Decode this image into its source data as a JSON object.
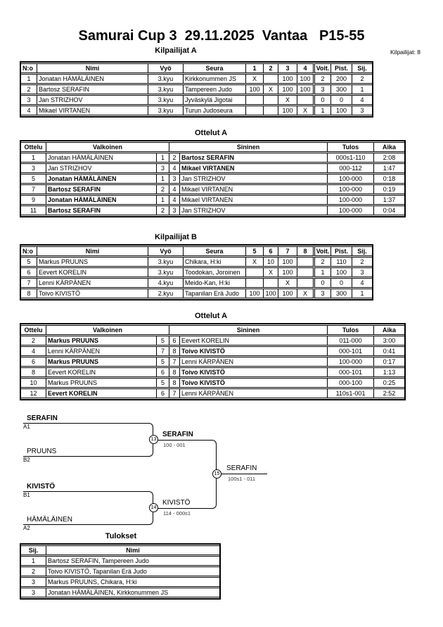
{
  "page": {
    "title": "Samurai Cup 3  29.11.2025  Vantaa   P15-55",
    "competitors_label": "Kilpailijat: 8"
  },
  "sections": {
    "pool_a": {
      "heading": "Kilpailijat A",
      "table": {
        "headers": [
          "N:o",
          "Nimi",
          "Vyö",
          "Seura",
          "1",
          "2",
          "3",
          "4",
          "Voit.",
          "Pist.",
          "Sij."
        ],
        "rows": [
          {
            "no": "1",
            "name": "Jonatan HÄMÄLÄINEN",
            "belt": "3.kyu",
            "club": "Kirkkonummen JS",
            "marks": [
              "X",
              "",
              "100",
              "100"
            ],
            "wins": "2",
            "points": "200",
            "place": "2"
          },
          {
            "no": "2",
            "name": "Bartosz SERAFIN",
            "belt": "3.kyu",
            "club": "Tampereen Judo",
            "marks": [
              "100",
              "X",
              "100",
              "100"
            ],
            "wins": "3",
            "points": "300",
            "place": "1"
          },
          {
            "no": "3",
            "name": "Jan STRIZHOV",
            "belt": "3.kyu",
            "club": "Jyväskylä Jigotai",
            "marks": [
              "",
              "",
              "X",
              ""
            ],
            "wins": "0",
            "points": "0",
            "place": "4"
          },
          {
            "no": "4",
            "name": "Mikael VIRTANEN",
            "belt": "3.kyu",
            "club": "Turun Judoseura",
            "marks": [
              "",
              "",
              "100",
              "X"
            ],
            "wins": "1",
            "points": "100",
            "place": "3"
          }
        ]
      }
    },
    "matches_a": {
      "heading": "Ottelut A",
      "table": {
        "headers": [
          "Ottelu",
          "Valkoinen",
          "Sininen",
          "Tulos",
          "Aika"
        ],
        "rows": [
          {
            "match": "1",
            "white": "Jonatan HÄMÄLÄINEN",
            "white_no": "1",
            "blue_no": "2",
            "blue": "Bartosz SERAFIN",
            "winner": "blue",
            "result": "000s1-110",
            "time": "2:08"
          },
          {
            "match": "3",
            "white": "Jan STRIZHOV",
            "white_no": "3",
            "blue_no": "4",
            "blue": "Mikael VIRTANEN",
            "winner": "blue",
            "result": "000-112",
            "time": "1:47"
          },
          {
            "match": "5",
            "white": "Jonatan HÄMÄLÄINEN",
            "white_no": "1",
            "blue_no": "3",
            "blue": "Jan STRIZHOV",
            "winner": "white",
            "result": "100-000",
            "time": "0:18"
          },
          {
            "match": "7",
            "white": "Bartosz SERAFIN",
            "white_no": "2",
            "blue_no": "4",
            "blue": "Mikael VIRTANEN",
            "winner": "white",
            "result": "100-000",
            "time": "0:19"
          },
          {
            "match": "9",
            "white": "Jonatan HÄMÄLÄINEN",
            "white_no": "1",
            "blue_no": "4",
            "blue": "Mikael VIRTANEN",
            "winner": "white",
            "result": "100-000",
            "time": "1:37"
          },
          {
            "match": "11",
            "white": "Bartosz SERAFIN",
            "white_no": "2",
            "blue_no": "3",
            "blue": "Jan STRIZHOV",
            "winner": "white",
            "result": "100-000",
            "time": "0:04"
          }
        ]
      }
    },
    "pool_b": {
      "heading": "Kilpailijat B",
      "table": {
        "headers": [
          "N:o",
          "Nimi",
          "Vyö",
          "Seura",
          "5",
          "6",
          "7",
          "8",
          "Voit.",
          "Pist.",
          "Sij."
        ],
        "rows": [
          {
            "no": "5",
            "name": "Markus PRUUNS",
            "belt": "3.kyu",
            "club": "Chikara, H:ki",
            "marks": [
              "X",
              "10",
              "100",
              ""
            ],
            "wins": "2",
            "points": "110",
            "place": "2"
          },
          {
            "no": "6",
            "name": "Eevert KORELIN",
            "belt": "3.kyu",
            "club": "Toodokan, Joroinen",
            "marks": [
              "",
              "X",
              "100",
              ""
            ],
            "wins": "1",
            "points": "100",
            "place": "3"
          },
          {
            "no": "7",
            "name": "Lenni KÄRPÄNEN",
            "belt": "4.kyu",
            "club": "Meido-Kan, H:ki",
            "marks": [
              "",
              "",
              "X",
              ""
            ],
            "wins": "0",
            "points": "0",
            "place": "4"
          },
          {
            "no": "8",
            "name": "Toivo KIVISTÖ",
            "belt": "2.kyu",
            "club": "Tapanilan Erä Judo",
            "marks": [
              "100",
              "100",
              "100",
              "X"
            ],
            "wins": "3",
            "points": "300",
            "place": "1"
          }
        ]
      }
    },
    "matches_b": {
      "heading": "Ottelut A",
      "table": {
        "headers": [
          "Ottelu",
          "Valkoinen",
          "Sininen",
          "Tulos",
          "Aika"
        ],
        "rows": [
          {
            "match": "2",
            "white": "Markus PRUUNS",
            "white_no": "5",
            "blue_no": "6",
            "blue": "Eevert KORELIN",
            "winner": "white",
            "result": "011-000",
            "time": "3:00"
          },
          {
            "match": "4",
            "white": "Lenni KÄRPÄNEN",
            "white_no": "7",
            "blue_no": "8",
            "blue": "Toivo KIVISTÖ",
            "winner": "blue",
            "result": "000-101",
            "time": "0:41"
          },
          {
            "match": "6",
            "white": "Markus PRUUNS",
            "white_no": "5",
            "blue_no": "7",
            "blue": "Lenni KÄRPÄNEN",
            "winner": "white",
            "result": "100-000",
            "time": "0:17"
          },
          {
            "match": "8",
            "white": "Eevert KORELIN",
            "white_no": "6",
            "blue_no": "8",
            "blue": "Toivo KIVISTÖ",
            "winner": "blue",
            "result": "000-101",
            "time": "1:13"
          },
          {
            "match": "10",
            "white": "Markus PRUUNS",
            "white_no": "5",
            "blue_no": "8",
            "blue": "Toivo KIVISTÖ",
            "winner": "blue",
            "result": "000-100",
            "time": "0:25"
          },
          {
            "match": "12",
            "white": "Eevert KORELIN",
            "white_no": "6",
            "blue_no": "7",
            "blue": "Lenni KÄRPÄNEN",
            "winner": "white",
            "result": "110s1-001",
            "time": "2:52"
          }
        ]
      }
    },
    "bracket": {
      "sf1": {
        "match_no": "13",
        "slots": [
          {
            "name": "SERAFIN",
            "tag": "A1",
            "bold": true
          },
          {
            "name": "PRUUNS",
            "tag": "B2",
            "bold": false
          }
        ],
        "winner": {
          "name": "SERAFIN",
          "bold": true
        },
        "score": "100 - 001"
      },
      "sf2": {
        "match_no": "14",
        "slots": [
          {
            "name": "KIVISTÖ",
            "tag": "B1",
            "bold": true
          },
          {
            "name": "HÄMÄLÄINEN",
            "tag": "A2",
            "bold": false
          }
        ],
        "winner": {
          "name": "KIVISTÖ",
          "bold": false
        },
        "score": "114 - 000s1"
      },
      "final": {
        "match_no": "15",
        "winner": {
          "name": "SERAFIN",
          "bold": false
        },
        "score": "100s1 - 011"
      }
    },
    "results": {
      "heading": "Tulokset",
      "table": {
        "headers": [
          "Sij.",
          "Nimi"
        ],
        "rows": [
          {
            "place": "1",
            "name": "Bartosz SERAFIN, Tampereen Judo"
          },
          {
            "place": "2",
            "name": "Toivo KIVISTÖ, Tapanilan Erä Judo"
          },
          {
            "place": "3",
            "name": "Markus PRUUNS, Chikara, H:ki"
          },
          {
            "place": "3",
            "name": "Jonatan HÄMÄLÄINEN, Kirkkonummen JS"
          }
        ]
      }
    }
  }
}
